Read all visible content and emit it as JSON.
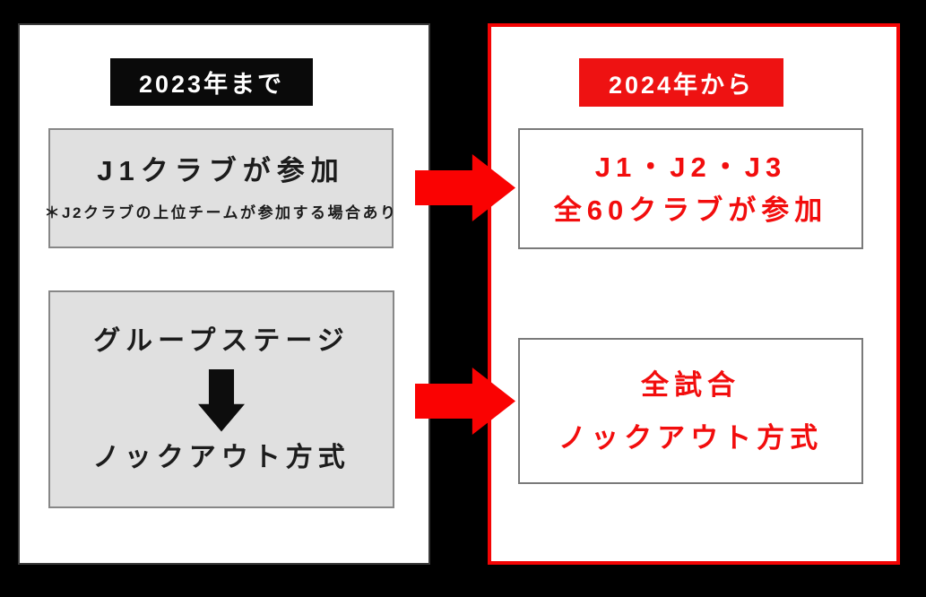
{
  "colors": {
    "background": "#000000",
    "panel_bg": "#ffffff",
    "left_header_bg": "#0a0a0a",
    "right_header_bg": "#ee1212",
    "right_panel_border": "#f40404",
    "gray_box_bg": "#e0e0e0",
    "red_text": "#f20d0d",
    "arrow_red": "#fa0202"
  },
  "left_panel": {
    "header_label": "2023年まで",
    "participants_box": {
      "title": "J1クラブが参加",
      "note": "＊J2クラブの上位チームが参加する場合あり"
    },
    "format_box": {
      "stage1": "グループステージ",
      "stage2": "ノックアウト方式"
    }
  },
  "right_panel": {
    "header_label": "2024年から",
    "participants_box": {
      "line1": "J1・J2・J3",
      "line2": "全60クラブが参加"
    },
    "format_box": {
      "line1": "全試合",
      "line2": "ノックアウト方式"
    }
  }
}
